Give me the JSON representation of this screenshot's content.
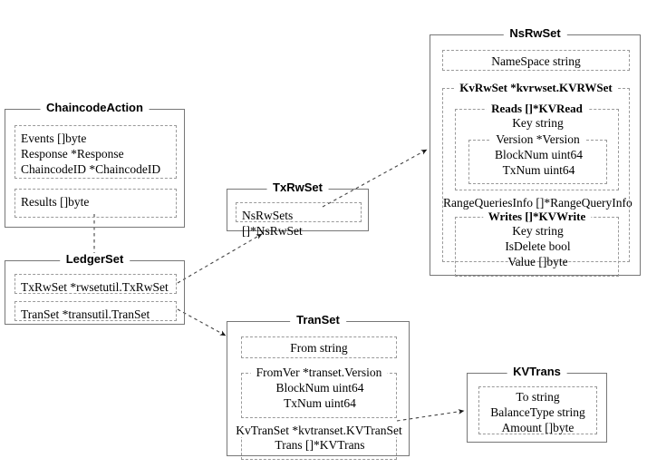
{
  "diagram": {
    "title": "Go struct relationship diagram",
    "colors": {
      "box_border": "#777777",
      "field_border": "#9a9a9a",
      "text": "#000000",
      "background": "#ffffff"
    }
  },
  "structs": {
    "chaincode_action": {
      "title": "ChaincodeAction",
      "fields": [
        "Events []byte",
        "Response *Response",
        "ChaincodeID *ChaincodeID"
      ],
      "results_field": "Results []byte"
    },
    "ledger_set": {
      "title": "LedgerSet",
      "fields": [
        "TxRwSet *rwsetutil.TxRwSet",
        "TranSet *transutil.TranSet"
      ]
    },
    "tx_rw_set": {
      "title": "TxRwSet",
      "fields": [
        "NsRwSets []*NsRwSet"
      ]
    },
    "ns_rw_set": {
      "title": "NsRwSet",
      "namespace_field": "NameSpace string",
      "kv_rw_set": {
        "label": "KvRwSet *kvrwset.KVRWSet",
        "reads": {
          "label": "Reads []*KVRead",
          "key": "Key string",
          "version": {
            "label": "Version *Version",
            "lines": [
              "BlockNum uint64",
              "TxNum uint64"
            ]
          }
        },
        "range_queries": "RangeQueriesInfo []*RangeQueryInfo",
        "writes": {
          "label": "Writes []*KVWrite",
          "lines": [
            "Key string",
            "IsDelete bool",
            "Value []byte"
          ]
        }
      }
    },
    "tran_set": {
      "title": "TranSet",
      "from_field": "From string",
      "from_ver": {
        "label": "FromVer *transet.Version",
        "lines": [
          "BlockNum uint64",
          "TxNum uint64"
        ]
      },
      "kv_tran_set": {
        "label": "KvTranSet *kvtranset.KVTranSet",
        "lines": [
          "Trans []*KVTrans"
        ]
      }
    },
    "kv_trans": {
      "title": "KVTrans",
      "lines": [
        "To string",
        "BalanceType string",
        "Amount []byte"
      ]
    }
  }
}
